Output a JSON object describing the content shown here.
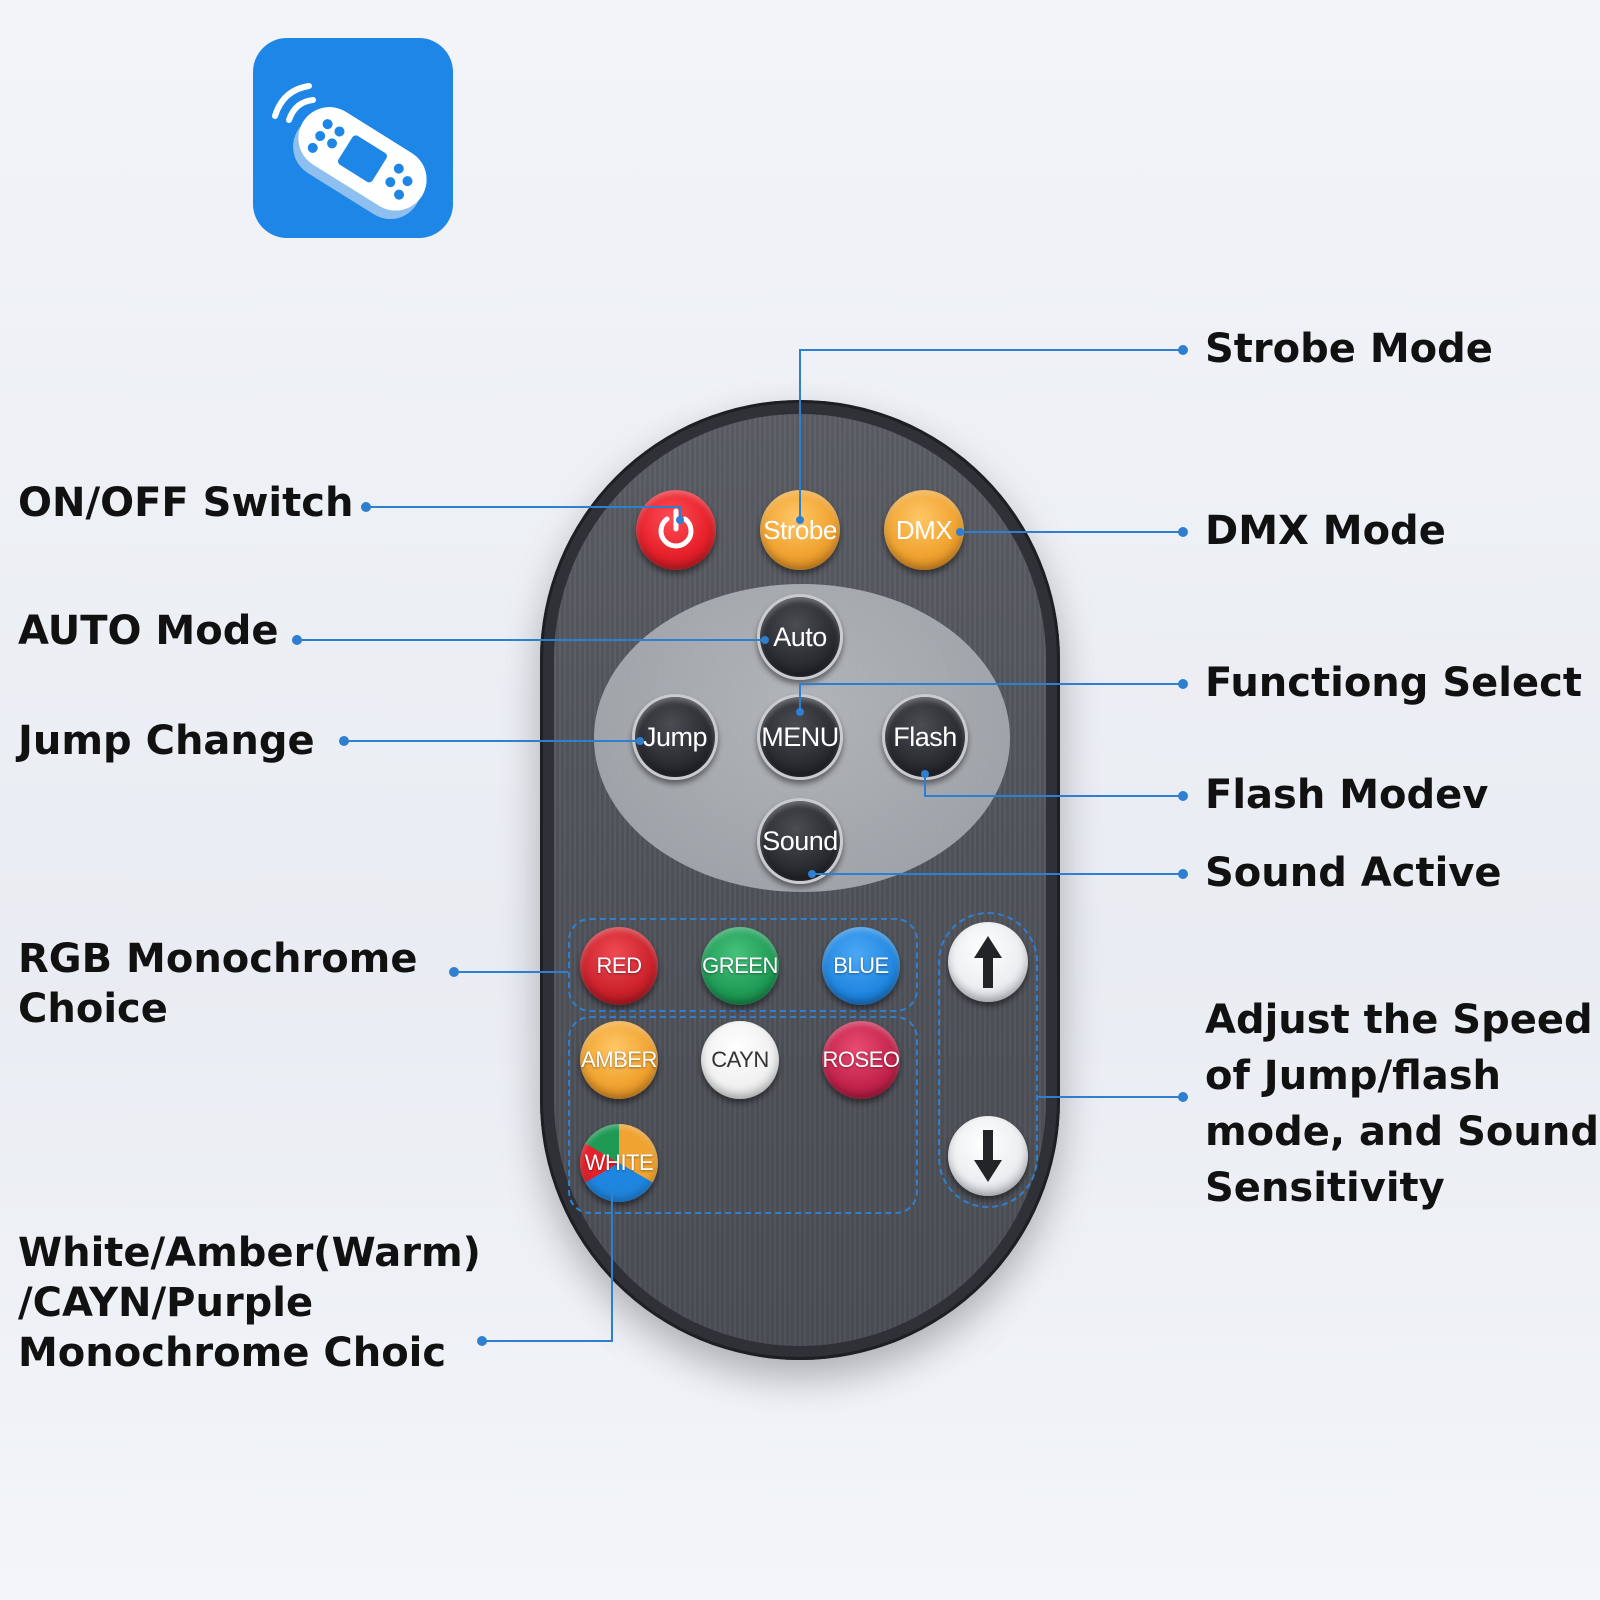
{
  "labels": {
    "strobe_mode": "Strobe Mode",
    "on_off": "ON/OFF Switch",
    "dmx_mode": "DMX Mode",
    "auto_mode": "AUTO Mode",
    "function_select": "Functiong Select",
    "jump_change": "Jump Change",
    "flash_mode": "Flash Modev",
    "sound_active": "Sound Active",
    "rgb_mono": "RGB Monochrome\nChoice",
    "speed_adjust": "Adjust the Speed\nof Jump/flash\nmode, and Sound\nSensitivity",
    "white_mono": "White/Amber(Warm)\n/CAYN/Purple\nMonochrome Choic"
  },
  "buttons": {
    "strobe": "Strobe",
    "dmx": "DMX",
    "auto": "Auto",
    "jump": "Jump",
    "menu": "MENU",
    "flash": "Flash",
    "sound": "Sound",
    "red": "RED",
    "green": "GREEN",
    "blue": "BLUE",
    "amber": "AMBER",
    "cayn": "CAYN",
    "roseo": "ROSEO",
    "white": "WHITE"
  },
  "colors": {
    "accent_line": "#2f7fd0",
    "app_icon_bg": "#1e86e6",
    "power": "#e6212b",
    "orange": "#f0a331",
    "red": "#c9202a",
    "green": "#1e9a55",
    "blue": "#1f86e0",
    "amber": "#f0a331",
    "cayn": "#f1f1f1",
    "roseo": "#c1224a"
  },
  "icons": {
    "app": "remote-control-icon",
    "power": "power-icon",
    "up": "arrow-up-icon",
    "down": "arrow-down-icon"
  }
}
